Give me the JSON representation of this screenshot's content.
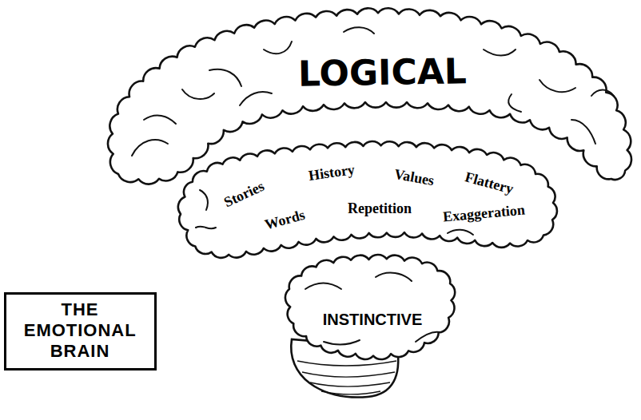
{
  "diagram": {
    "nodes": [
      {
        "text": [
          "LOGICAL"
        ]
      },
      {
        "text": [
          "Stories",
          "History",
          "Values",
          "Flattery",
          "Words",
          "Repetition",
          "Exaggeration"
        ]
      },
      {
        "text": [
          "INSTINCTIVE"
        ]
      },
      {
        "text": [
          "THE EMOTIONAL BRAIN"
        ]
      }
    ]
  }
}
